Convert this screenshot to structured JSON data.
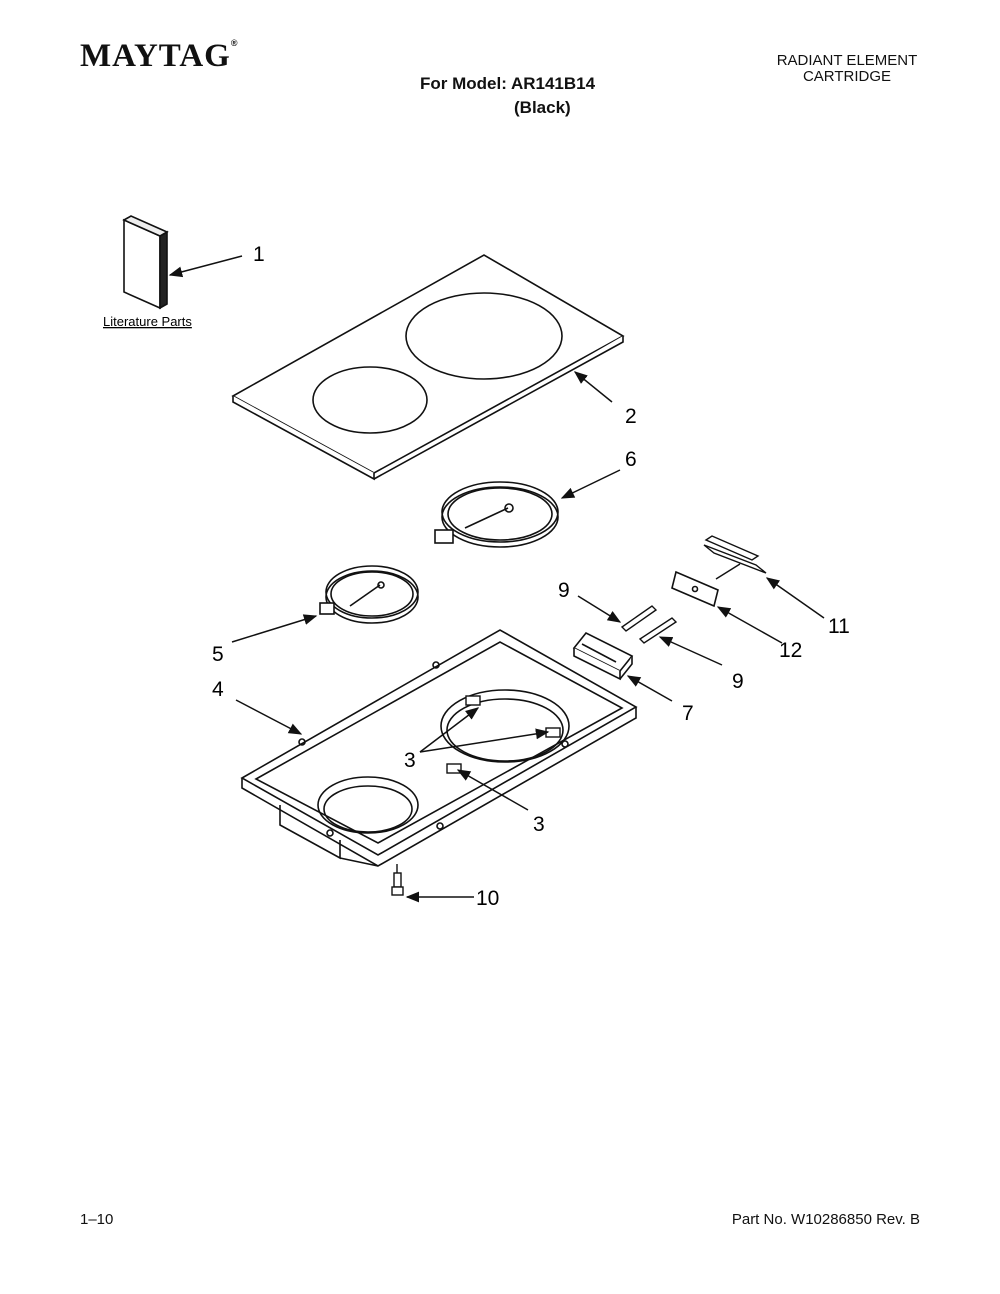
{
  "header": {
    "brand": "MAYTAG",
    "brand_mark": "®",
    "model_line": "For Model: AR141B14",
    "variant": "(Black)",
    "section_line1": "RADIANT ELEMENT",
    "section_line2": "CARTRIDGE"
  },
  "diagram": {
    "literature_label": "Literature Parts",
    "callouts": {
      "c1": "1",
      "c2": "2",
      "c3a": "3",
      "c3b": "3",
      "c4": "4",
      "c5": "5",
      "c6": "6",
      "c7": "7",
      "c9a": "9",
      "c9b": "9",
      "c10": "10",
      "c11": "11",
      "c12": "12"
    }
  },
  "footer": {
    "page": "1–10",
    "part_no": "Part No. W10286850 Rev. B"
  }
}
